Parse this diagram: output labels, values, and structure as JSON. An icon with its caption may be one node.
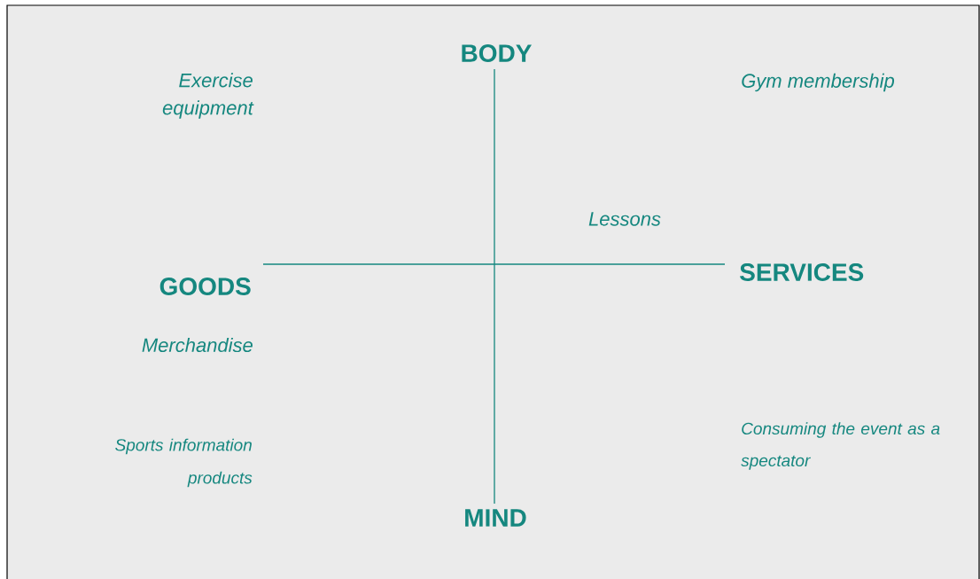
{
  "diagram": {
    "labels": [
      "BODY",
      "Exercise equipment",
      "Gym membership",
      "Lessons",
      "GOODS",
      "SERVICES",
      "Merchandise",
      "Sports information products",
      "Consuming the event as a spectator",
      "MIND"
    ]
  }
}
